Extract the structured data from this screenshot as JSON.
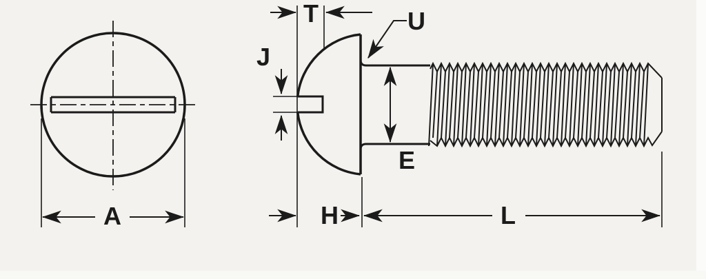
{
  "page": {
    "background": "#f3f2ee",
    "ink": "#1b1b1b"
  },
  "drawing": {
    "labels": {
      "head_diameter": "A",
      "slot_depth": "T",
      "slot_width": "J",
      "underhead_fillet": "U",
      "body_diameter": "E",
      "head_height": "H",
      "screw_length": "L"
    }
  }
}
